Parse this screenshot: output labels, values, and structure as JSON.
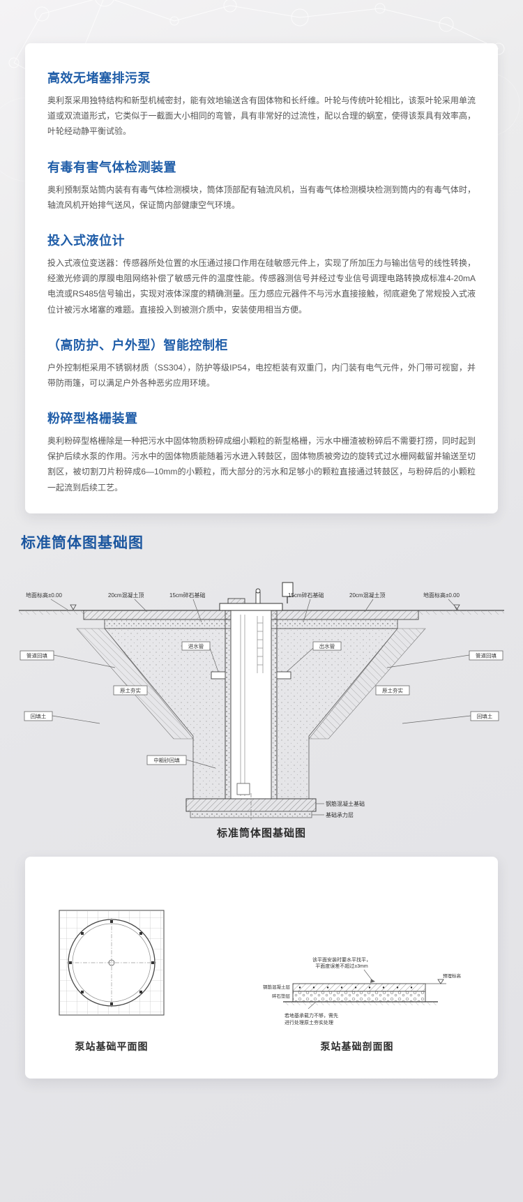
{
  "page": {
    "background": "#e6e6e9",
    "accent_blue": "#1f5da8"
  },
  "sections": [
    {
      "title": "高效无堵塞排污泵",
      "body": "奥利泵采用独特结构和新型机械密封，能有效地输送含有固体物和长纤维。叶轮与传统叶轮相比，该泵叶轮采用单流道或双流道形式，它类似于一截面大小相同的弯管，具有非常好的过流性，配以合理的蜗室，使得该泵具有效率高，叶轮经动静平衡试验。"
    },
    {
      "title": "有毒有害气体检测装置",
      "body": "奥利预制泵站筒内装有有毒气体检测模块，筒体顶部配有轴流风机，当有毒气体检测模块检测到筒内的有毒气体时，轴流风机开始排气送风，保证筒内部健康空气环境。"
    },
    {
      "title": "投入式液位计",
      "body": "投入式液位变送器：传感器所处位置的水压通过接口作用在硅敏感元件上，实现了所加压力与输出信号的线性转换，经激光修调的厚膜电阻网络补偿了敏感元件的温度性能。传感器测信号并经过专业信号调理电路转换成标准4-20mA电流或RS485信号输出，实现对液体深度的精确测量。压力感应元器件不与污水直接接触，彻底避免了常规投入式液位计被污水堵塞的难题。直接投入到被测介质中，安装使用相当方便。"
    },
    {
      "title": "（高防护、户外型）智能控制柜",
      "body": "户外控制柜采用不锈钢材质（SS304），防护等级IP54，电控柜装有双重门，内门装有电气元件，外门带可视窗，并带防雨篷，可以满足户外各种恶劣应用环境。"
    },
    {
      "title": "粉碎型格栅装置",
      "body": "奥利粉碎型格栅除是一种把污水中固体物质粉碎成细小颗粒的新型格栅，污水中栅渣被粉碎后不需要打捞，同时起到保护后续水泵的作用。污水中的固体物质能随着污水进入转鼓区，固体物质被旁边的旋转式过水栅网截留并输送至切割区，被切割刀片粉碎成6—10mm的小颗粒，而大部分的污水和足够小的颗粒直接通过转鼓区，与粉碎后的小颗粒一起流到后续工艺。"
    }
  ],
  "diagram_heading": "标准筒体图基础图",
  "main_drawing": {
    "caption": "标准筒体图基础图",
    "labels": {
      "ground_left": "地面标高±0.00",
      "slab_left": "20cm混凝土顶",
      "gravel_left": "15cm碎石基础",
      "gravel_right": "15cm碎石基础",
      "slab_right": "20cm混凝土顶",
      "ground_right": "地面标高±0.00",
      "pipe_backfill_left": "管道回填",
      "pipe_backfill_right": "管道回填",
      "slope_left": "原土夯实",
      "slope_right": "原土夯实",
      "backfill_left": "回填土",
      "backfill_right": "回填土",
      "inlet": "进水管",
      "outlet": "出水管",
      "sand": "中粗砂回填",
      "base_slab": "钢筋混凝土基础",
      "base_layer": "基础承力层"
    }
  },
  "foundation_card": {
    "plan_caption": "泵站基础平面图",
    "section_caption": "泵站基础剖面图",
    "section_labels": {
      "level_note_1": "该平面安装时要水平找平，",
      "level_note_2": "平面度误差不超过±3mm",
      "rc_layer": "钢筋混凝土层",
      "gravel_layer": "碎石垫层",
      "bearing_note_1": "若地基承载力不够，需先",
      "bearing_note_2": "进行处理原土夯实处理",
      "embed_level": "预埋标高"
    }
  }
}
